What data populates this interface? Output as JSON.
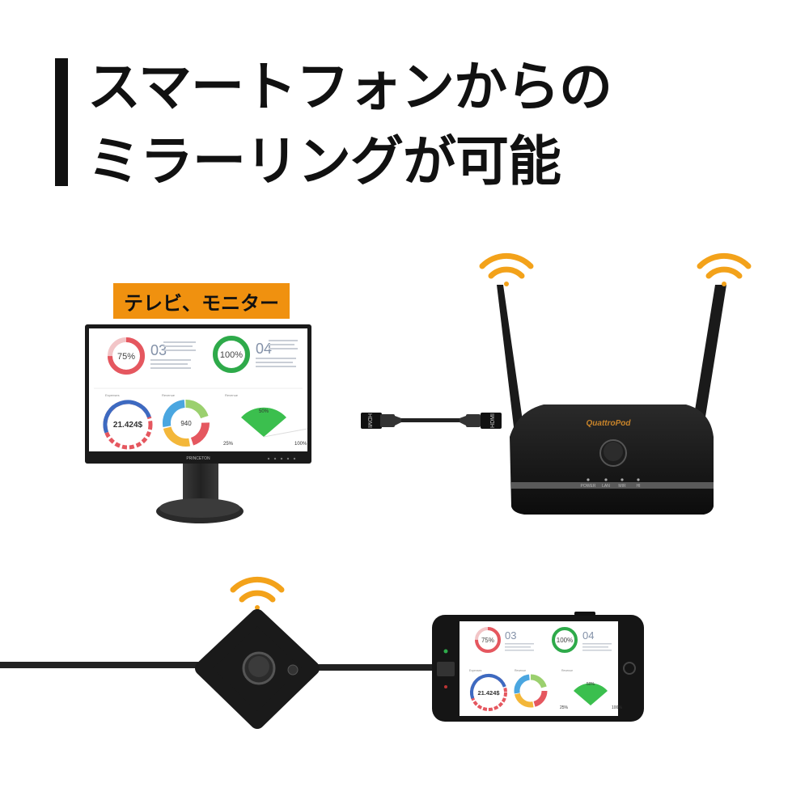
{
  "headline": {
    "line1": "スマートフォンからの",
    "line2": "ミラーリングが可能"
  },
  "tv_label": "テレビ、モニター",
  "dashboard": {
    "donut1": "75%",
    "num1": "03",
    "donut2": "100%",
    "num2": "04",
    "panel_titles": [
      "Expenses",
      "Revenue",
      "Revenue"
    ],
    "amount": "21.424$",
    "center": "940",
    "gauge_top": "50%",
    "gauge_left": "25%",
    "gauge_right": "100%"
  },
  "monitor_brand": "PRINCETON",
  "cable_plug_text": "HDMI",
  "receiver": {
    "brand": "QuattroPod",
    "leds": [
      "POWER",
      "LAN",
      "MIR",
      "HI"
    ]
  },
  "colors": {
    "accent_orange": "#f0910f",
    "wifi": "#f3a21a",
    "donut_red": "#e5575f",
    "donut_green": "#2eaa4a",
    "donut_blue": "#3d6ac1",
    "gauge_green": "#3bbf4e"
  },
  "icons": [
    "wifi-icon",
    "wifi-icon",
    "wifi-icon"
  ]
}
